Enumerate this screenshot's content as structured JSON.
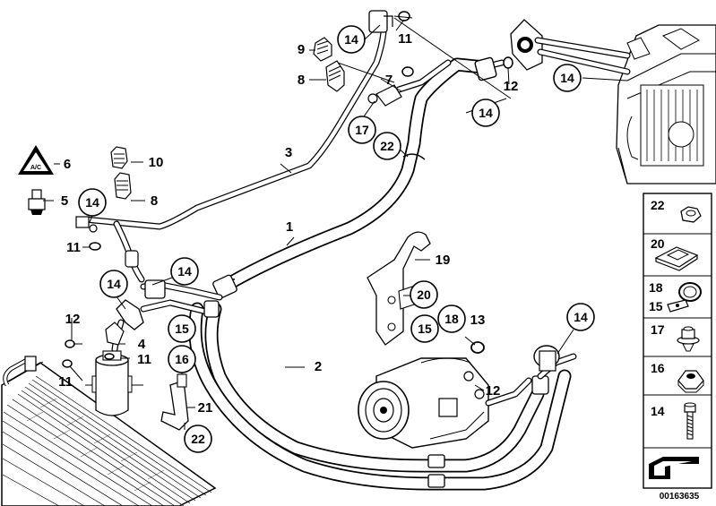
{
  "callouts": [
    {
      "id": "c14a",
      "text": "14"
    },
    {
      "id": "c11a",
      "text": "11"
    },
    {
      "id": "c9",
      "text": "9"
    },
    {
      "id": "c8a",
      "text": "8"
    },
    {
      "id": "c7",
      "text": "7"
    },
    {
      "id": "c12a",
      "text": "12"
    },
    {
      "id": "c14b",
      "text": "14"
    },
    {
      "id": "c14c",
      "text": "14"
    },
    {
      "id": "c17",
      "text": "17"
    },
    {
      "id": "c22a",
      "text": "22"
    },
    {
      "id": "c3",
      "text": "3"
    },
    {
      "id": "c6",
      "text": "6"
    },
    {
      "id": "c10",
      "text": "10"
    },
    {
      "id": "c5",
      "text": "5"
    },
    {
      "id": "c8b",
      "text": "8"
    },
    {
      "id": "c14d",
      "text": "14"
    },
    {
      "id": "c11b",
      "text": "11"
    },
    {
      "id": "c1",
      "text": "1"
    },
    {
      "id": "c14e",
      "text": "14"
    },
    {
      "id": "c14f",
      "text": "14"
    },
    {
      "id": "c19",
      "text": "19"
    },
    {
      "id": "c20",
      "text": "20"
    },
    {
      "id": "c12b",
      "text": "12"
    },
    {
      "id": "c4",
      "text": "4"
    },
    {
      "id": "c15",
      "text": "15"
    },
    {
      "id": "c18",
      "text": "18"
    },
    {
      "id": "c13",
      "text": "13"
    },
    {
      "id": "c14g",
      "text": "14"
    },
    {
      "id": "c11c",
      "text": "11"
    },
    {
      "id": "c16",
      "text": "16"
    },
    {
      "id": "c2",
      "text": "2"
    },
    {
      "id": "c11d",
      "text": "11"
    },
    {
      "id": "c12c",
      "text": "12"
    },
    {
      "id": "c21",
      "text": "21"
    },
    {
      "id": "c22b",
      "text": "22"
    },
    {
      "id": "c15b",
      "text": "15"
    }
  ],
  "legend": [
    {
      "number": "22",
      "part": "nut"
    },
    {
      "number": "20",
      "part": "spring-clip"
    },
    {
      "number": "18",
      "part": "hose-clamp",
      "extra": "15"
    },
    {
      "number": "17",
      "part": "rubber-grommet"
    },
    {
      "number": "16",
      "part": "collar-nut"
    },
    {
      "number": "14",
      "part": "bolt"
    }
  ],
  "figure_id": "00163635"
}
